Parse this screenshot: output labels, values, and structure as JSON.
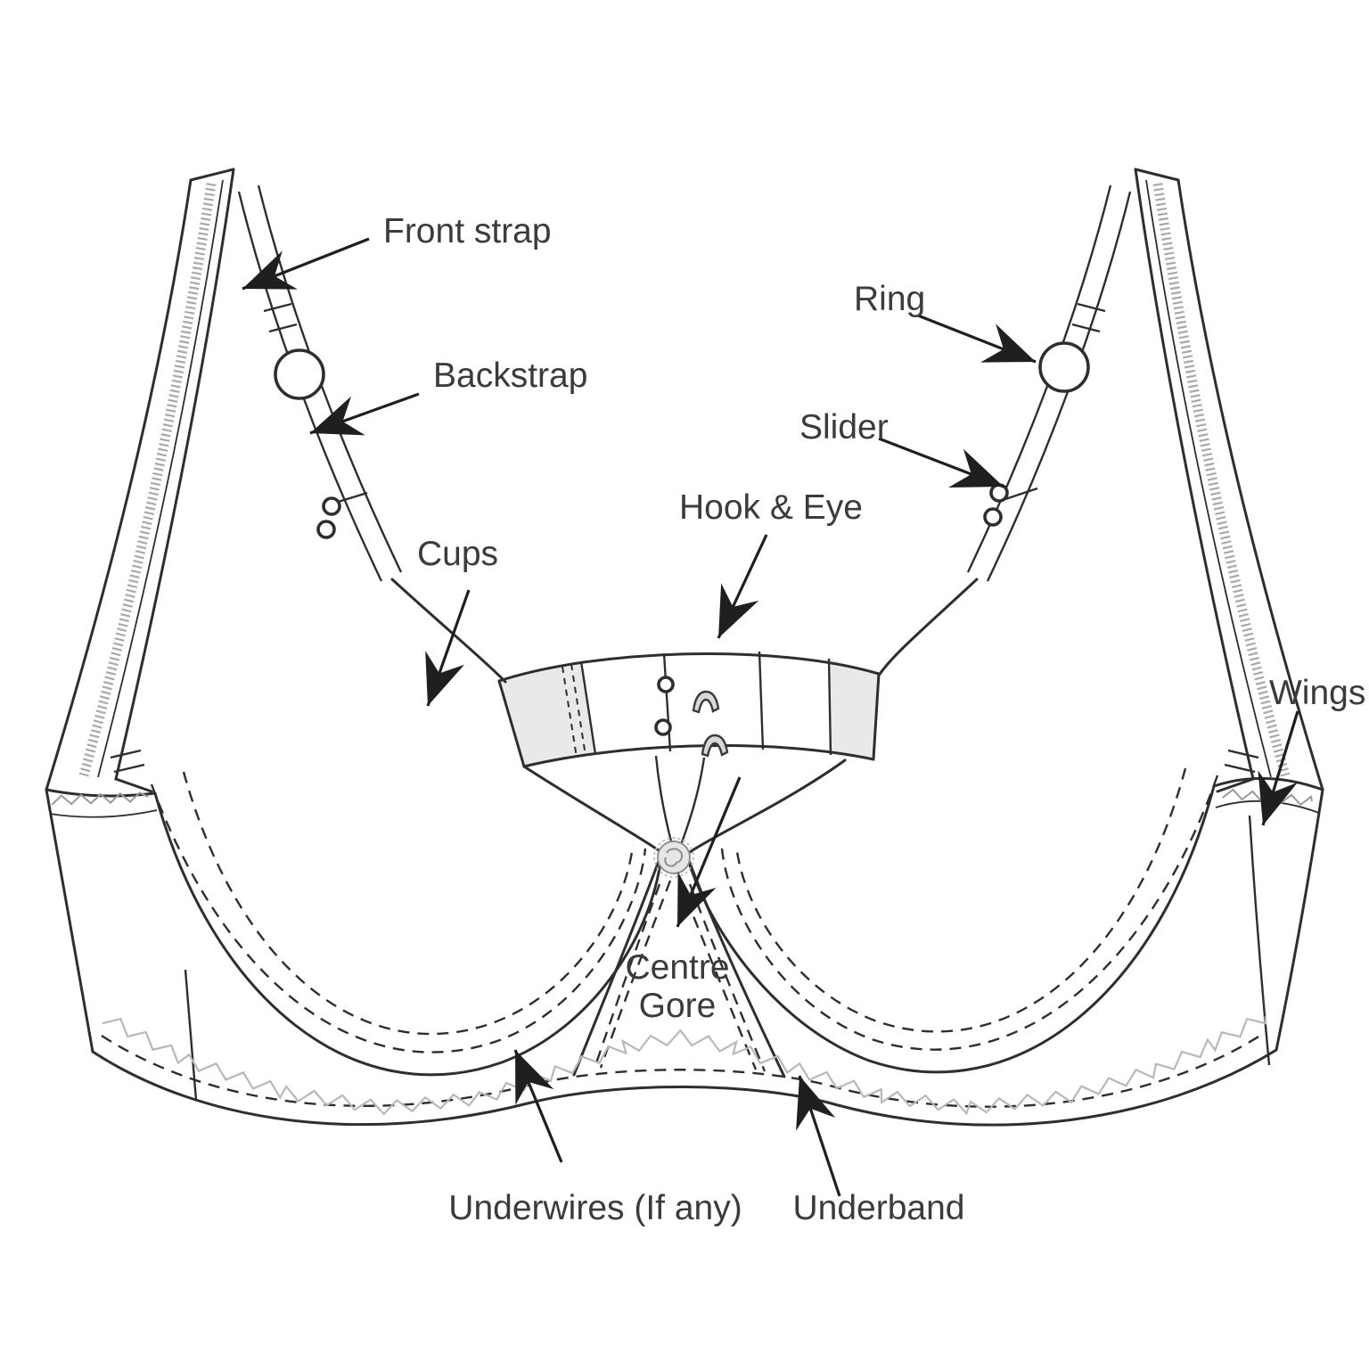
{
  "diagram": {
    "labels": {
      "front_strap": "Front strap",
      "backstrap": "Backstrap",
      "ring": "Ring",
      "slider": "Slider",
      "hook_eye": "Hook & Eye",
      "cups": "Cups",
      "wings": "Wings",
      "centre_gore": {
        "line1": "Centre",
        "line2": "Gore"
      },
      "underwires": "Underwires (If any)",
      "underband": "Underband"
    },
    "colors": {
      "background": "#ffffff",
      "line_art": "#2e2e2e",
      "label_text": "#3b3b3b",
      "shaded_panel": "#e9e9e9",
      "stitch_gray": "#b8b8b8",
      "strap_texture": "#a9a9a9",
      "arrow": "#1f1f1f"
    }
  }
}
